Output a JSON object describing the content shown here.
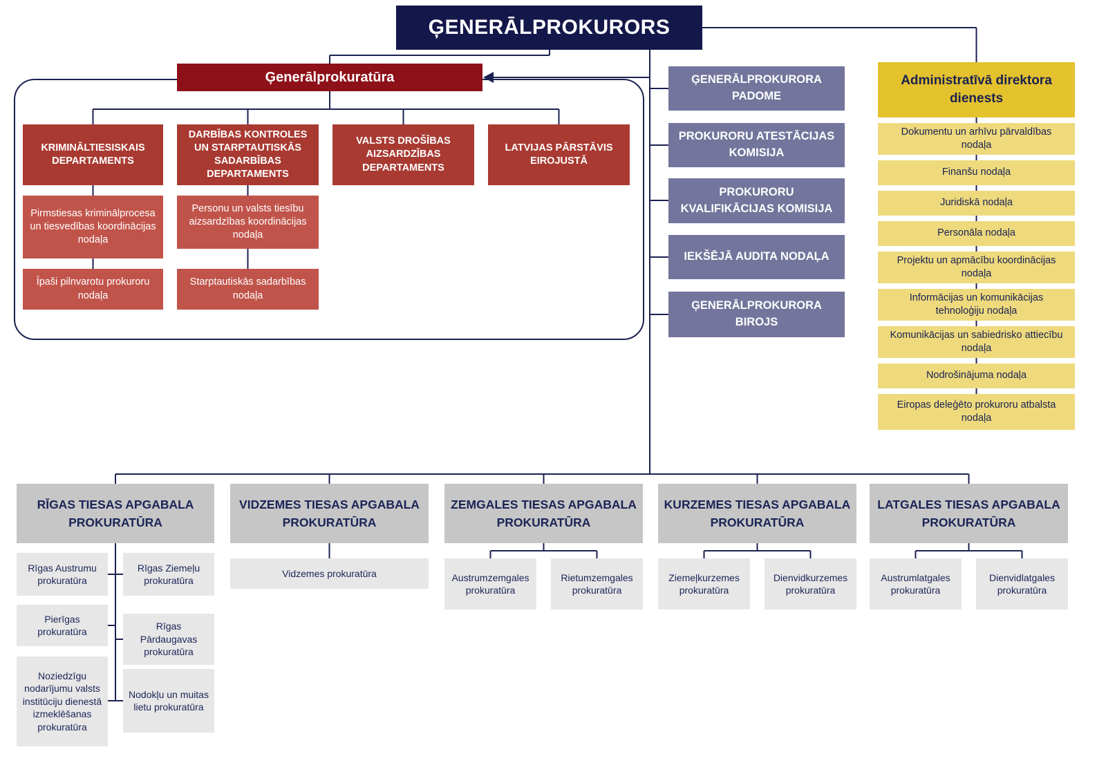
{
  "colors": {
    "navy": "#14174a",
    "line_navy": "#1b2150",
    "maroon": "#8e1018",
    "department_red": "#a93a32",
    "unit_red": "#c1544a",
    "purple": "#73759c",
    "gold": "#e3c22e",
    "gold_light": "#eeda7d",
    "gray": "#c6c6c6",
    "gray_light": "#e7e7e7"
  },
  "root": {
    "title": "ĢENERĀLPROKURORS"
  },
  "prosecution_office": {
    "header": "Ģenerālprokuratūra",
    "departments": [
      {
        "label": "KRIMINĀLTIESISKAIS DEPARTAMENTS"
      },
      {
        "label": "DARBĪBAS KONTROLES UN STARPTAUTISKĀS SADARBĪBAS DEPARTAMENTS"
      },
      {
        "label": "VALSTS DROŠĪBAS AIZSARDZĪBAS DEPARTAMENTS"
      },
      {
        "label": "LATVIJAS PĀRSTĀVIS EIROJUSTĀ"
      }
    ],
    "criminal_dept_units": [
      {
        "label": "Pirmstiesas kriminālprocesa un tiesvedības koordinācijas nodaļa"
      },
      {
        "label": "Īpaši pilnvarotu prokuroru nodaļa"
      }
    ],
    "control_dept_units": [
      {
        "label": "Personu un valsts tiesību aizsardzības koordinācijas nodaļa"
      },
      {
        "label": "Starptautiskās sadarbības nodaļa"
      }
    ]
  },
  "advisory_bodies": [
    {
      "label": "ĢENERĀLPROKURORA PADOME"
    },
    {
      "label": "PROKURORU ATESTĀCIJAS KOMISIJA"
    },
    {
      "label": "PROKURORU KVALIFIKĀCIJAS KOMISIJA"
    },
    {
      "label": "IEKŠĒJĀ AUDITA NODAĻA"
    },
    {
      "label": "ĢENERĀLPROKURORA BIROJS"
    }
  ],
  "admin_service": {
    "header": "Administratīvā direktora dienests",
    "units": [
      {
        "label": "Dokumentu un arhīvu pārvaldības nodaļa"
      },
      {
        "label": "Finanšu nodaļa"
      },
      {
        "label": "Juridiskā nodaļa"
      },
      {
        "label": "Personāla nodaļa"
      },
      {
        "label": "Projektu un apmācību koordinācijas nodaļa"
      },
      {
        "label": "Informācijas un komunikācijas tehnoloģiju nodaļa"
      },
      {
        "label": "Komunikācijas un sabiedrisko attiecību nodaļa"
      },
      {
        "label": "Nodrošinājuma nodaļa"
      },
      {
        "label": "Eiropas deleģēto prokuroru atbalsta nodaļa"
      }
    ]
  },
  "regions": [
    {
      "title": "RĪGAS TIESAS APGABALA PROKURATŪRA",
      "children": [
        {
          "label": "Rīgas Austrumu prokuratūra"
        },
        {
          "label": "Rīgas Ziemeļu prokuratūra"
        },
        {
          "label": "Pierīgas prokuratūra"
        },
        {
          "label": "Rīgas Pārdaugavas prokuratūra"
        },
        {
          "label": "Noziedzīgu nodarījumu valsts institūciju dienestā izmeklēšanas prokuratūra"
        },
        {
          "label": "Nodokļu un muitas lietu prokuratūra"
        }
      ]
    },
    {
      "title": "VIDZEMES TIESAS APGABALA PROKURATŪRA",
      "children": [
        {
          "label": "Vidzemes prokuratūra"
        }
      ]
    },
    {
      "title": "ZEMGALES TIESAS APGABALA PROKURATŪRA",
      "children": [
        {
          "label": "Austrumzemgales prokuratūra"
        },
        {
          "label": "Rietumzemgales prokuratūra"
        }
      ]
    },
    {
      "title": "KURZEMES TIESAS APGABALA PROKURATŪRA",
      "children": [
        {
          "label": "Ziemeļkurzemes prokuratūra"
        },
        {
          "label": "Dienvidkurzemes prokuratūra"
        }
      ]
    },
    {
      "title": "LATGALES TIESAS APGABALA PROKURATŪRA",
      "children": [
        {
          "label": "Austrumlatgales prokuratūra"
        },
        {
          "label": "Dienvidlatgales prokuratūra"
        }
      ]
    }
  ]
}
